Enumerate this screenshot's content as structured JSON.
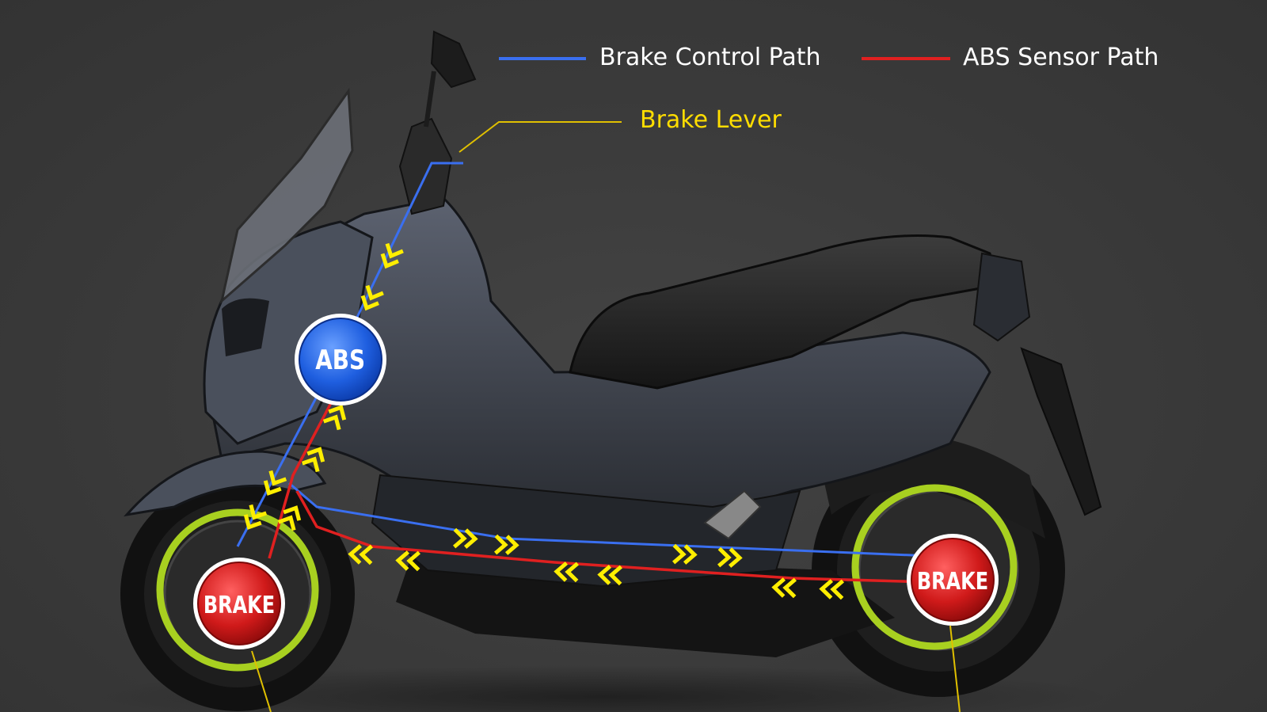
{
  "legend": {
    "brake_control": {
      "label": "Brake Control Path",
      "color": "#3a6ff0"
    },
    "abs_sensor": {
      "label": "ABS Sensor Path",
      "color": "#e02020"
    }
  },
  "callouts": {
    "brake_lever": "Brake Lever"
  },
  "nodes": {
    "abs": {
      "label": "ABS",
      "color": "#1f5fe0"
    },
    "front_brake": {
      "label": "BRAKE",
      "color": "#d01a1a"
    },
    "rear_brake": {
      "label": "BRAKE",
      "color": "#d01a1a"
    }
  },
  "colors": {
    "arrow": "#ffee00",
    "wheel_ring": "#a8d020",
    "callout_line": "#e0c000"
  }
}
